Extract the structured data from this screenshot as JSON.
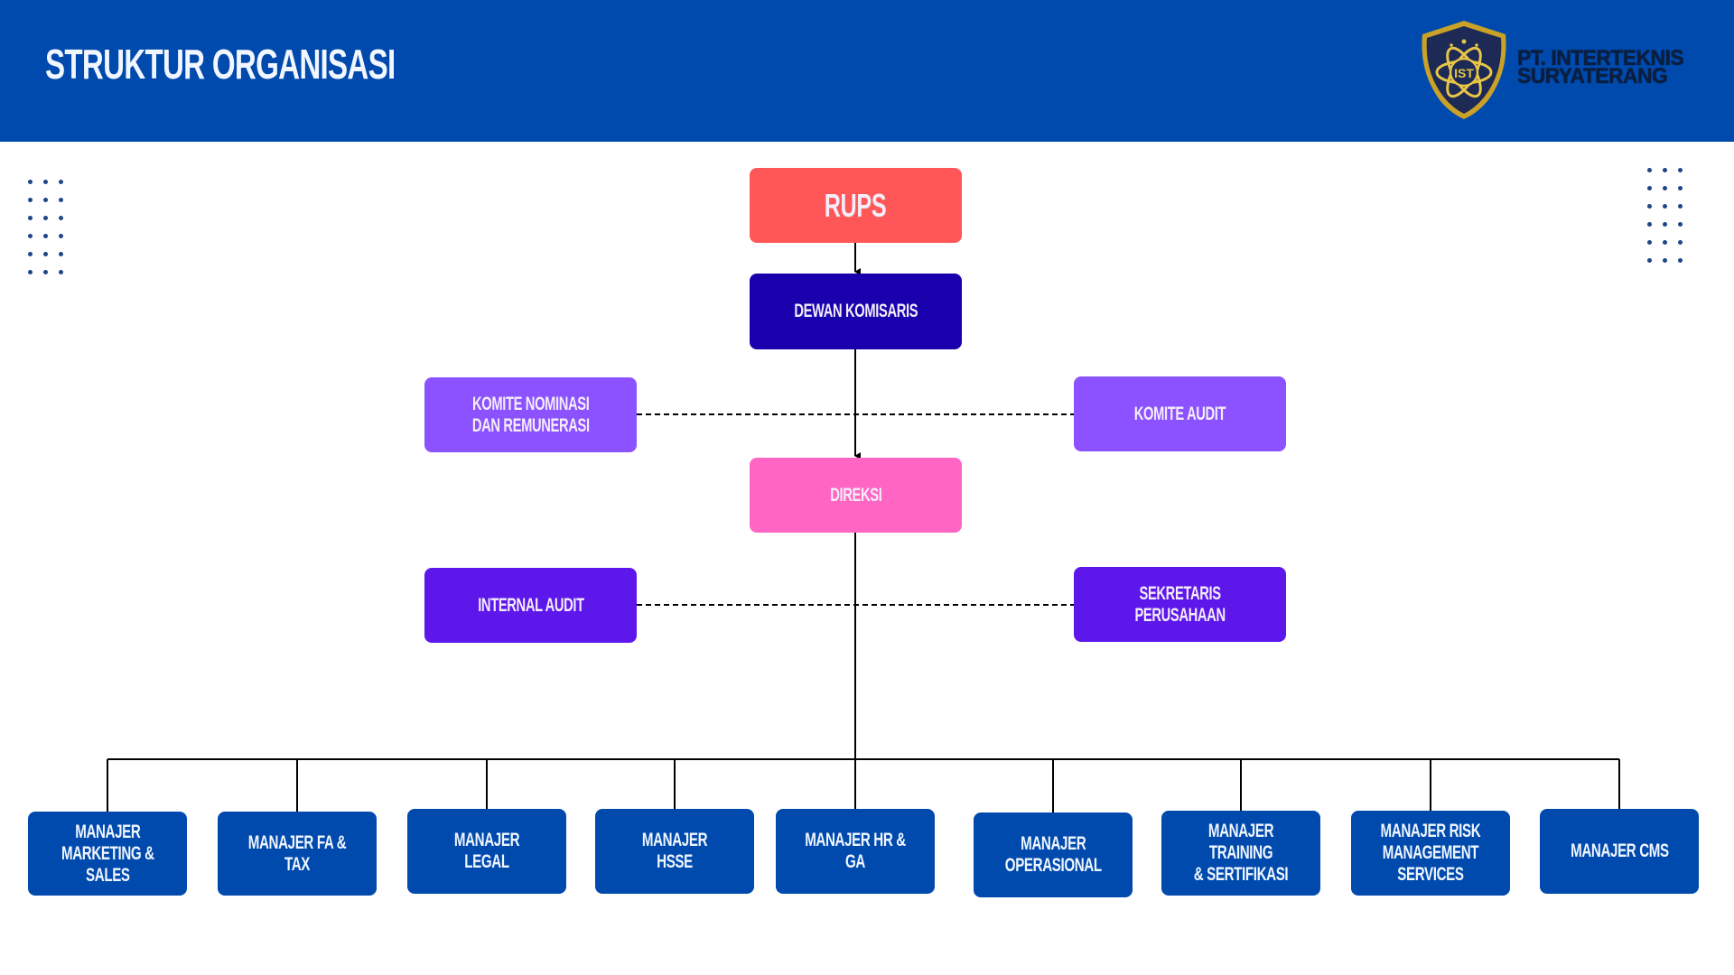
{
  "header": {
    "title": "STRUKTUR ORGANISASI",
    "logo": {
      "icon": "shield-emblem-icon",
      "emblem_text": "IST",
      "company_line1": "PT. INTERTEKNIS",
      "company_line2": "SURYATERANG"
    }
  },
  "colors": {
    "header_bg": "#004AAD",
    "rups": "#FF5757",
    "dewan_komisaris": "#1800AD",
    "komite": "#8C52FF",
    "direksi": "#FF66C4",
    "audit_sekretaris": "#5E17EB",
    "manajer": "#004AAD",
    "dot": "#1E4587"
  },
  "org": {
    "rups": "RUPS",
    "dewan_komisaris": "DEWAN KOMISARIS",
    "komite_nominasi": "KOMITE NOMINASI\nDAN REMUNERASI",
    "komite_audit": "KOMITE AUDIT",
    "direksi": "DIREKSI",
    "internal_audit": "INTERNAL AUDIT",
    "sekretaris": "SEKRETARIS\nPERUSAHAAN",
    "managers": [
      "MANAJER\nMARKETING &\nSALES",
      "MANAJER FA & TAX",
      "MANAJER LEGAL",
      "MANAJER HSSE",
      "MANAJER HR & GA",
      "MANAJER\nOPERASIONAL",
      "MANAJER TRAINING\n& SERTIFIKASI",
      "MANAJER RISK\nMANAGEMENT\nSERVICES",
      "MANAJER CMS"
    ]
  }
}
